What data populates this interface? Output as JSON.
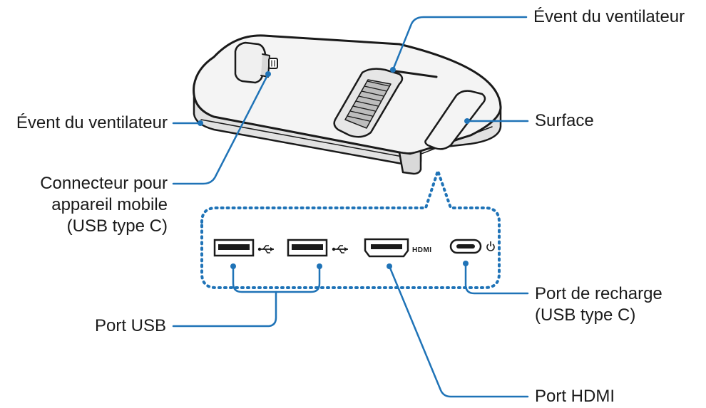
{
  "labels": {
    "fan_vent_top": "Évent du ventilateur",
    "fan_vent_left": "Évent du ventilateur",
    "surface": "Surface",
    "mobile_connector": [
      "Connecteur pour",
      "appareil mobile",
      "(USB type C)"
    ],
    "usb_port": "Port USB",
    "charging_port": [
      "Port de recharge",
      "(USB type C)"
    ],
    "hdmi_port": "Port HDMI"
  },
  "port_marks": {
    "hdmi": "HDMI"
  },
  "colors": {
    "leader_line": "#1f73b7",
    "outline": "#1a1a1a",
    "device_fill": "#f4f4f4",
    "device_shade": "#d9d9d9",
    "text": "#1a1a1a"
  },
  "icons": [
    "usb-trident-icon",
    "usb-trident-icon",
    "power-icon"
  ]
}
